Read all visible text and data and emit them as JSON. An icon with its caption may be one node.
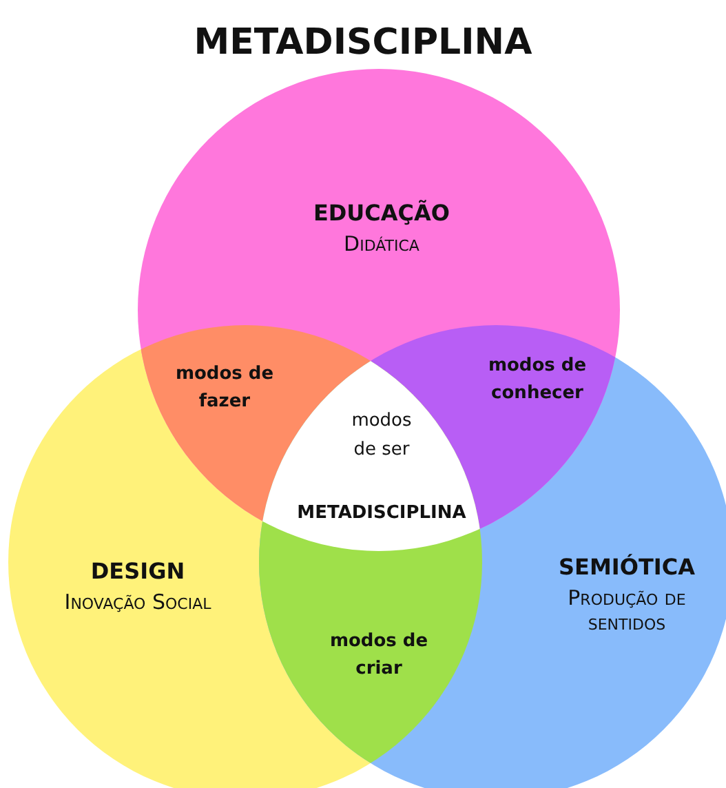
{
  "diagram": {
    "title": "METADISCIPLINA",
    "nodes": [
      {
        "text": [
          "EDUCAÇÃO",
          "Didática"
        ]
      },
      {
        "text": [
          "modos de fazer"
        ]
      },
      {
        "text": [
          "modos de conhecer"
        ]
      },
      {
        "text": [
          "modos de ser",
          "METADISCIPLINA"
        ]
      },
      {
        "text": [
          "DESIGN",
          "Inovação Social"
        ]
      },
      {
        "text": [
          "SEMIÓTICA",
          "Produção de sentidos"
        ]
      },
      {
        "text": [
          "modos de criar"
        ]
      }
    ]
  }
}
